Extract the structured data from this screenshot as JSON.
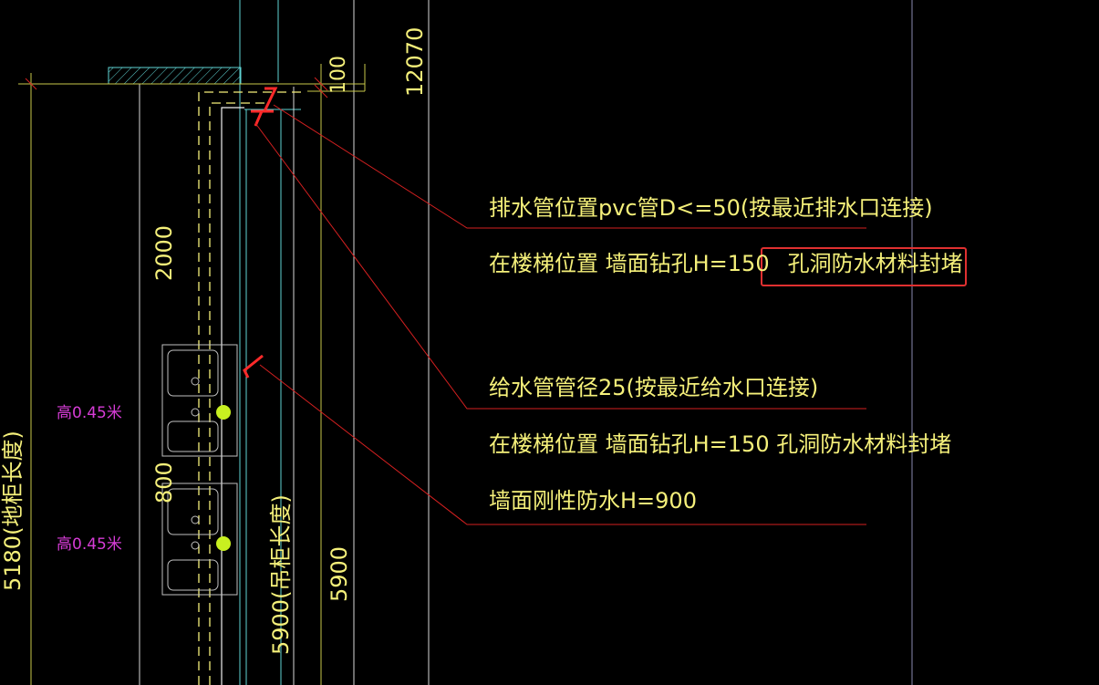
{
  "dimensions": {
    "top_right": "12070",
    "small_100": "100",
    "vertical_2000": "2000",
    "vertical_800": "800",
    "left_5180": "5180(地柜长度)",
    "mid_5900_label": "5900(吊柜长度)",
    "right_5900": "5900"
  },
  "heights": {
    "h1": "高0.45米",
    "h2": "高0.45米"
  },
  "notes": {
    "drain": "排水管位置pvc管D<=50(按最近排水口连接)",
    "drain_hole_prefix": "在楼梯位置 墙面钻孔H=150",
    "drain_hole_highlight": "孔洞防水材料封堵",
    "supply": "给水管管径25(按最近给水口连接)",
    "supply_hole": "在楼梯位置 墙面钻孔H=150 孔洞防水材料封堵",
    "waterproof": "墙面刚性防水H=900"
  },
  "colors": {
    "background": "#000000",
    "annotation_text": "#f5f07a",
    "height_text": "#d63cd6",
    "leader": "#d42020",
    "wall_lines": "#5fd3d3",
    "dim_lines": "#c8c84a",
    "highlight_box": "#e03030",
    "fixture_marker": "#c8f020"
  }
}
